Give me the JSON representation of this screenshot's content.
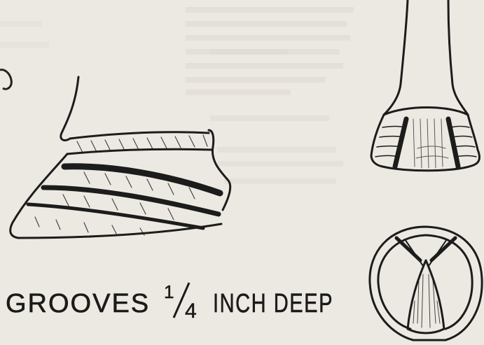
{
  "caption": {
    "grooves": "GROOVES",
    "fraction_num": "1",
    "fraction_den": "4",
    "rest": "INCH DEEP"
  },
  "icons": {
    "side_view": "hoof-side-view-illustration",
    "front_view": "hoof-front-view-illustration",
    "sole_view": "hoof-sole-view-illustration"
  }
}
